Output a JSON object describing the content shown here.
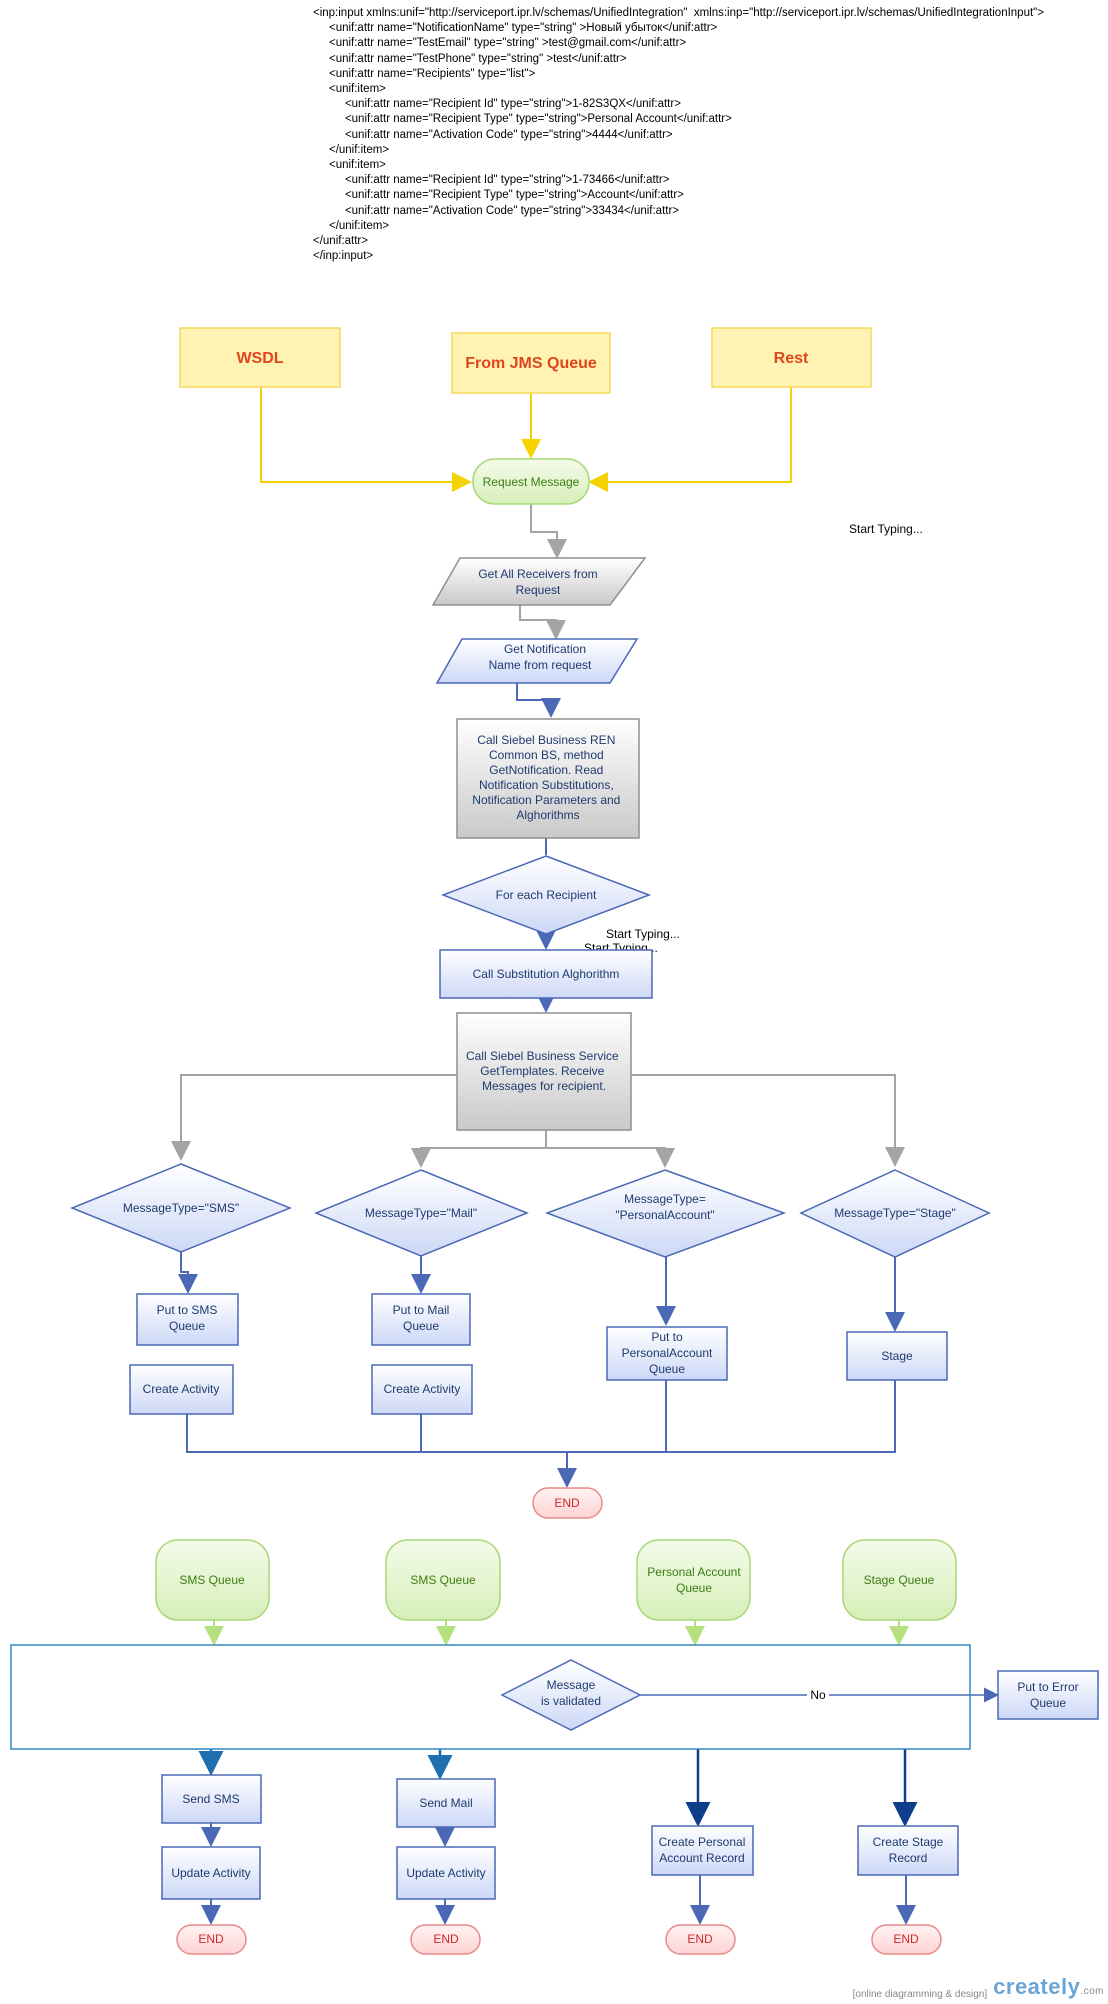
{
  "code_lines": [
    "<inp:input xmlns:unif=\"http://serviceport.ipr.lv/schemas/UnifiedIntegration\"  xmlns:inp=\"http://serviceport.ipr.lv/schemas/UnifiedIntegrationInput\">",
    "     <unif:attr name=\"NotificationName\" type=\"string\" >Новый убыток</unif:attr>",
    "     <unif:attr name=\"TestEmail\" type=\"string\" >test@gmail.com</unif:attr>",
    "     <unif:attr name=\"TestPhone\" type=\"string\" >test</unif:attr>",
    "     <unif:attr name=\"Recipients\" type=\"list\">",
    "     <unif:item>",
    "          <unif:attr name=\"Recipient Id\" type=\"string\">1-82S3QX</unif:attr>",
    "          <unif:attr name=\"Recipient Type\" type=\"string\">Personal Account</unif:attr>",
    "          <unif:attr name=\"Activation Code\" type=\"string\">4444</unif:attr>",
    "     </unif:item>",
    "     <unif:item>",
    "          <unif:attr name=\"Recipient Id\" type=\"string\">1-73466</unif:attr>",
    "          <unif:attr name=\"Recipient Type\" type=\"string\">Account</unif:attr>",
    "          <unif:attr name=\"Activation Code\" type=\"string\">33434</unif:attr>",
    "     </unif:item>",
    "</unif:attr>",
    "</inp:input>"
  ],
  "sources": {
    "wsdl": "WSDL",
    "jms": "From JMS Queue",
    "rest": "Rest"
  },
  "nodes": {
    "request_message": "Request Message",
    "start_typing_1": "Start Typing...",
    "get_receivers": [
      "Get All Receivers from",
      "Request"
    ],
    "get_notification": [
      "Get Notification",
      "Name   from request"
    ],
    "call_siebel_ren": [
      "Call Siebel Business REN",
      "Common BS, method",
      "GetNotification. Read",
      "Notification Substitutions,",
      "Notification Parameters and",
      "Alghorithms"
    ],
    "for_each": "For each Recipient",
    "start_typing_2": "Start Typing...",
    "start_typing_3": "Start Typing...",
    "call_substitution": "Call Substitution Alghorithm",
    "get_templates": [
      "Call Siebel Business Service",
      "GetTemplates. Receive",
      "Messages for recipient."
    ],
    "msg_sms": "MessageType=\"SMS\"",
    "msg_mail": "MessageType=\"Mail\"",
    "msg_pa": [
      "MessageType=",
      "\"PersonalAccount\""
    ],
    "msg_stage": "MessageType=\"Stage\"",
    "put_sms": [
      "Put to SMS",
      "Queue"
    ],
    "put_mail": [
      "Put to Mail",
      "Queue"
    ],
    "put_pa": [
      "Put to",
      "PersonalAccount",
      "Queue"
    ],
    "stage": "Stage",
    "create_activity_1": "Create Activity",
    "create_activity_2": "Create Activity",
    "end_1": "END",
    "queue_sms_1": "SMS Queue",
    "queue_sms_2": "SMS Queue",
    "queue_pa": [
      "Personal Account",
      "Queue"
    ],
    "queue_stage": "Stage Queue",
    "message_validated": [
      "Message",
      "is  validated"
    ],
    "no_label": "No",
    "put_error": [
      "Put to Error",
      "Queue"
    ],
    "send_sms": "Send SMS",
    "send_mail": "Send Mail",
    "create_pa_record": [
      "Create Personal",
      "Account Record"
    ],
    "create_stage_record": [
      "Create Stage",
      "Record"
    ],
    "update_activity_1": "Update Activity",
    "update_activity_2": "Update Activity",
    "end_2": "END",
    "end_3": "END",
    "end_4": "END",
    "end_5": "END"
  },
  "footer": {
    "tagline": "[online diagramming & design]",
    "logo": "creately",
    "logo_suffix": ".com"
  },
  "colors": {
    "source_fill": "#fff3b3",
    "source_stroke": "#f5d95a",
    "yellow_line": "#f5d300",
    "green_fill": "#e6f7d2",
    "green_stroke": "#a9d877",
    "blue_fill": "#dfe6fb",
    "blue_stroke": "#4a68b5",
    "gray_fill": "#e0e0e0",
    "gray_stroke": "#8f8f8f",
    "end_fill": "#ffdede",
    "end_stroke": "#e88a8a",
    "container_stroke": "#2e8ac0",
    "dark_blue": "#0d3e8a"
  }
}
